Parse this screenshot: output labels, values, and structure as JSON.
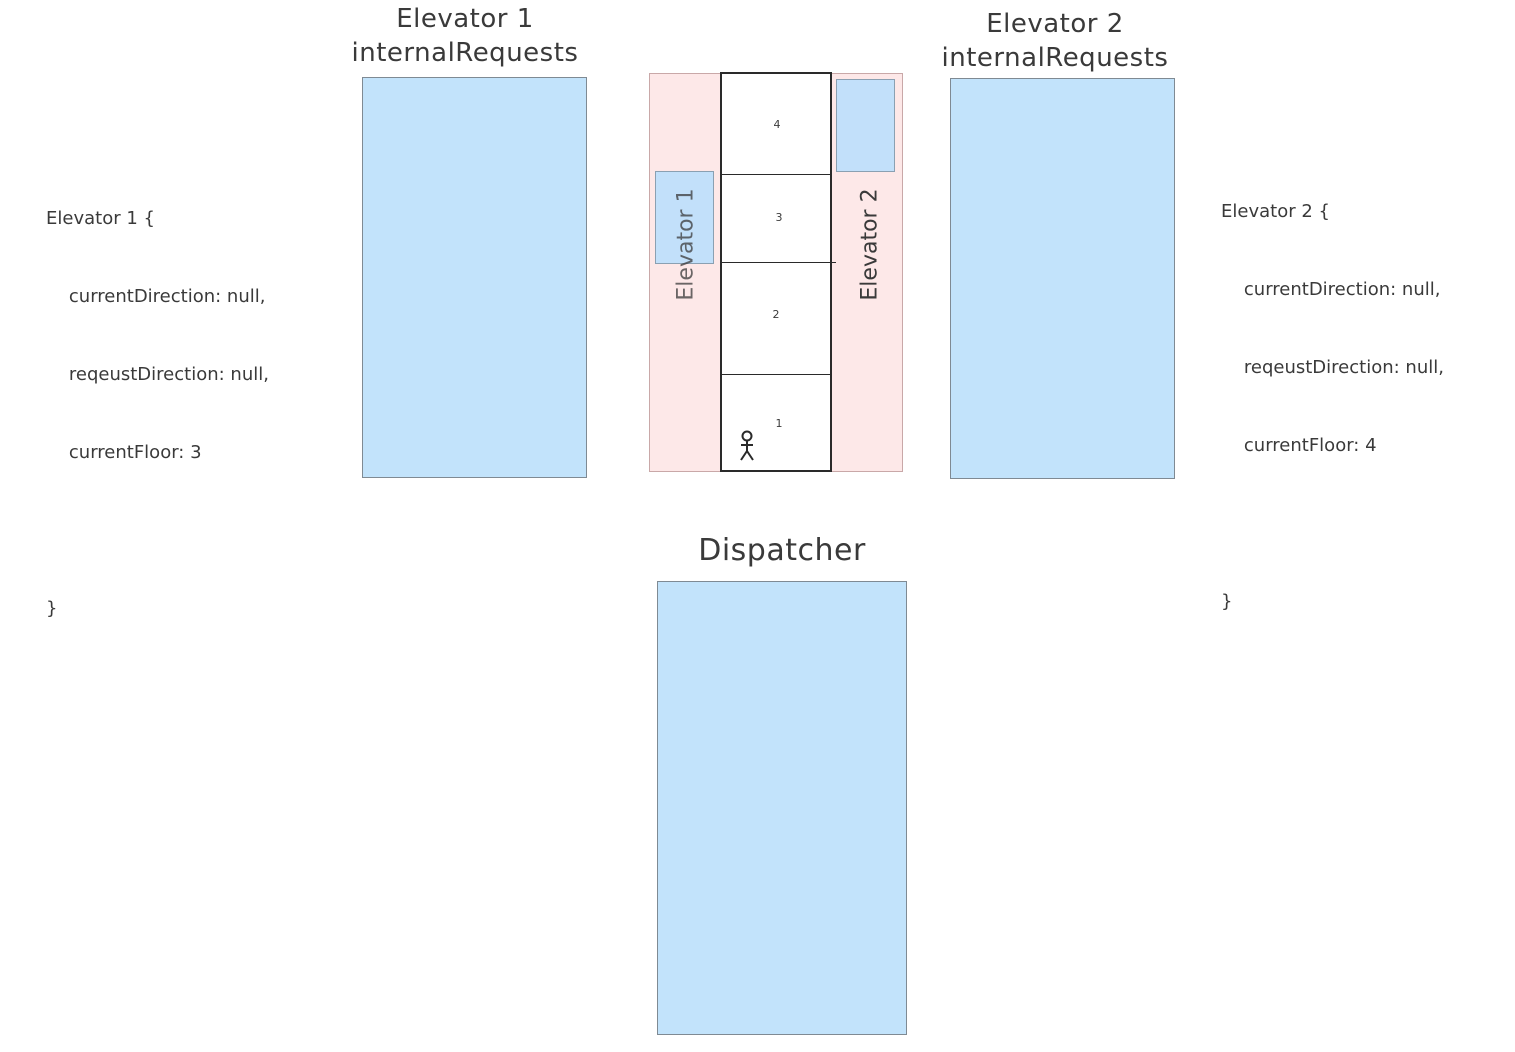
{
  "elevator1": {
    "queue_title_line1": "Elevator 1",
    "queue_title_line2": "internalRequests",
    "state_lines": [
      "Elevator 1 {",
      "    currentDirection: null,",
      "    reqeustDirection: null,",
      "    currentFloor: 3",
      "",
      "}"
    ],
    "shaft_label": "Elevator 1",
    "current_floor": 3
  },
  "elevator2": {
    "queue_title_line1": "Elevator 2",
    "queue_title_line2": "internalRequests",
    "state_lines": [
      "Elevator 2 {",
      "    currentDirection: null,",
      "    reqeustDirection: null,",
      "    currentFloor: 4",
      "",
      "}"
    ],
    "shaft_label": "Elevator 2",
    "current_floor": 4
  },
  "building": {
    "floors": [
      "4",
      "3",
      "2",
      "1"
    ],
    "person_floor": 1
  },
  "dispatcher": {
    "title": "Dispatcher"
  },
  "colors": {
    "queue_fill": "#c2e3fb",
    "shaft_fill": "#fde8e8",
    "car_fill": "#c2e0fa",
    "ink": "#3a3a3a"
  }
}
